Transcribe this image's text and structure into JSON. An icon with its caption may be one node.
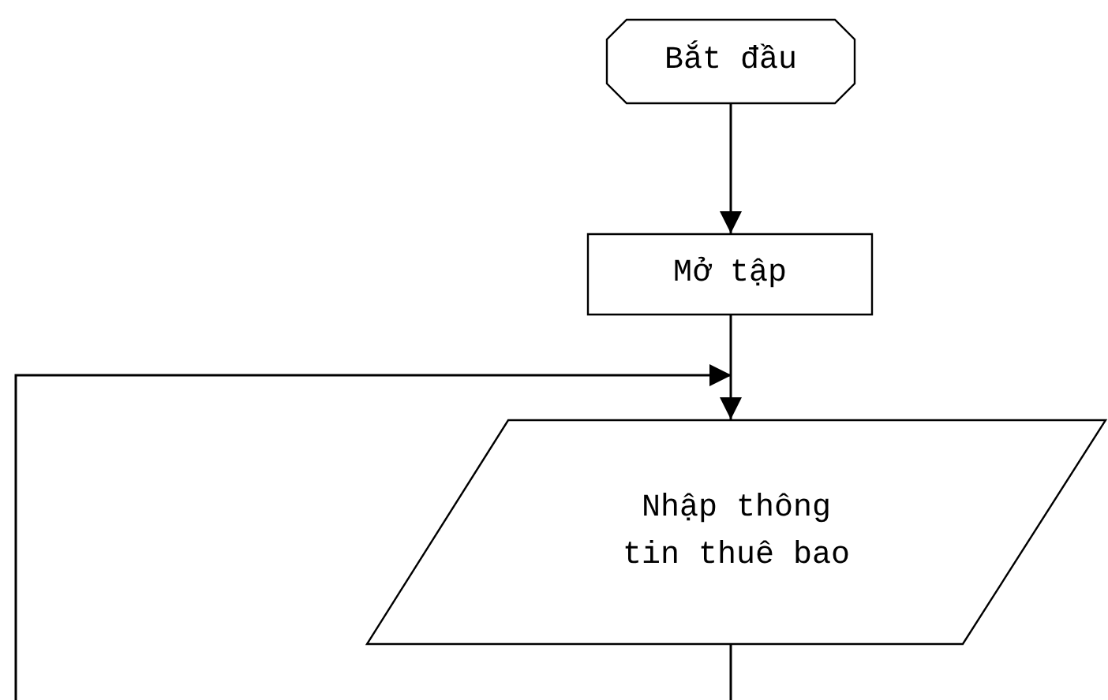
{
  "diagram": {
    "nodes": [
      {
        "text": [
          "Bắt đầu"
        ]
      },
      {
        "text": [
          "Mở tập"
        ]
      },
      {
        "text": [
          "Nhập thông tin thuê bao"
        ]
      }
    ],
    "edges": [
      {
        "from": 0,
        "to": 1,
        "arrow": "to"
      },
      {
        "from": 1,
        "to": 2,
        "arrow": "to"
      },
      {
        "from": null,
        "to": 2,
        "arrow": "to"
      },
      {
        "from": 2,
        "to": null,
        "arrow": "none"
      }
    ]
  }
}
